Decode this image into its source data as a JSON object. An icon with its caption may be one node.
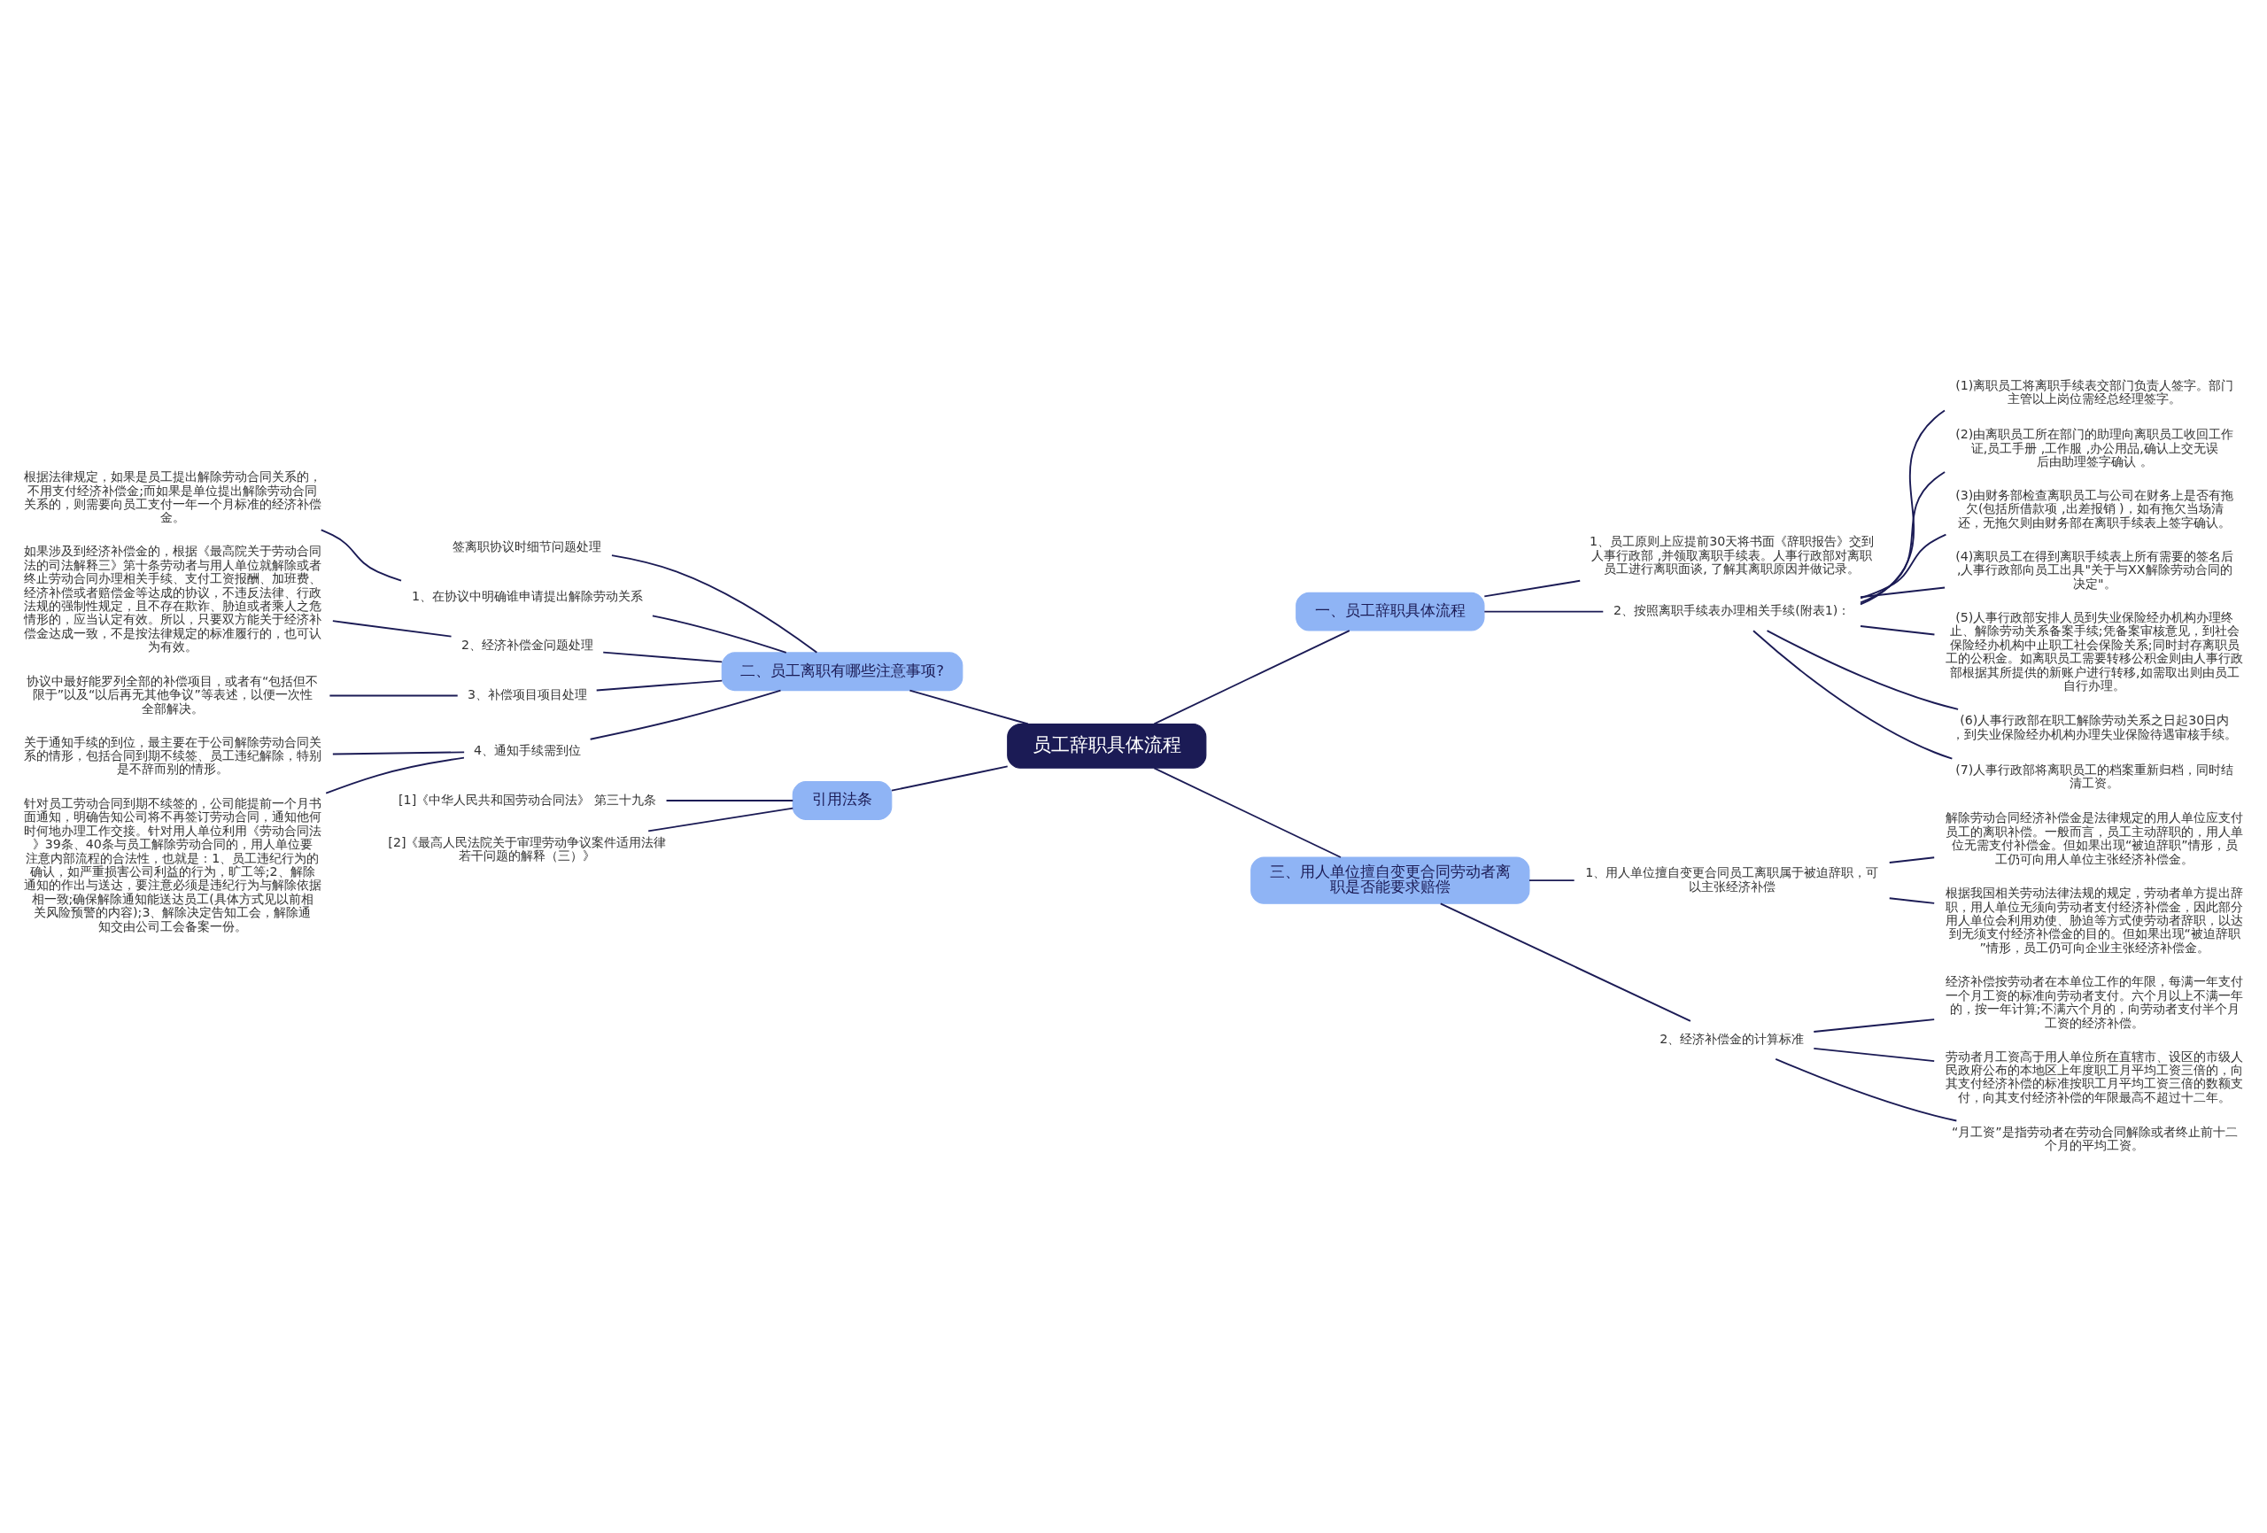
{
  "diagram": {
    "nodes": [
      {
        "text": [
          "员工辞职具体流程"
        ]
      },
      {
        "text": [
          "一、员工辞职具体流程"
        ]
      },
      {
        "text": [
          "1、员工原则上应提前30天将书面《辞职报告》交到人事行政部 ,并领取离职手续表。人事行政部对离职员工进行离职面谈, 了解其离职原因并做记录。"
        ]
      },
      {
        "text": [
          "2、按照离职手续表办理相关手续(附表1)："
        ]
      },
      {
        "text": [
          "(1)离职员工将离职手续表交部门负责人签字。部门主管以上岗位需经总经理签字。"
        ]
      },
      {
        "text": [
          "(2)由离职员工所在部门的助理向离职员工收回工作证,员工手册 ,工作服 ,办公用品,确认上交无误后由助理签字确认 。"
        ]
      },
      {
        "text": [
          "(3)由财务部检查离职员工与公司在财务上是否有拖欠(包括所借款项 ,出差报销 )，如有拖欠当场清还，无拖欠则由财务部在离职手续表上签字确认。"
        ]
      },
      {
        "text": [
          "(4)离职员工在得到离职手续表上所有需要的签名后,人事行政部向员工出具\"关于与XX解除劳动合同的决定\"。"
        ]
      },
      {
        "text": [
          "(5)人事行政部安排人员到失业保险经办机构办理终止、解除劳动关系备案手续;凭备案审核意见，到社会保险经办机构中止职工社会保险关系;同时封存离职员工的公积金。如离职员工需要转移公积金则由人事行政部根据其所提供的新账户进行转移,如需取出则由员工自行办理。"
        ]
      },
      {
        "text": [
          "(6)人事行政部在职工解除劳动关系之日起30日内，到失业保险经办机构办理失业保险待遇审核手续。"
        ]
      },
      {
        "text": [
          "(7)人事行政部将离职员工的档案重新归档，同时结清工资。"
        ]
      },
      {
        "text": [
          "三、用人单位擅自变更合同劳动者离职是否能要求赔偿"
        ]
      },
      {
        "text": [
          "1、用人单位擅自变更合同员工离职属于被迫辞职，可以主张经济补偿"
        ]
      },
      {
        "text": [
          "解除劳动合同经济补偿金是法律规定的用人单位应支付员工的离职补偿。一般而言，员工主动辞职的，用人单位无需支付补偿金。但如果出现“被迫辞职”情形，员工仍可向用人单位主张经济补偿金。"
        ]
      },
      {
        "text": [
          "根据我国相关劳动法律法规的规定，劳动者单方提出辞职，用人单位无须向劳动者支付经济补偿金，因此部分用人单位会利用劝使、胁迫等方式使劳动者辞职，以达到无须支付经济补偿金的目的。但如果出现“被迫辞职”情形，员工仍可向企业主张经济补偿金。"
        ]
      },
      {
        "text": [
          "2、经济补偿金的计算标准"
        ]
      },
      {
        "text": [
          "经济补偿按劳动者在本单位工作的年限，每满一年支付一个月工资的标准向劳动者支付。六个月以上不满一年的，按一年计算;不满六个月的，向劳动者支付半个月工资的经济补偿。"
        ]
      },
      {
        "text": [
          "劳动者月工资高于用人单位所在直辖市、设区的市级人民政府公布的本地区上年度职工月平均工资三倍的，向其支付经济补偿的标准按职工月平均工资三倍的数额支付，向其支付经济补偿的年限最高不超过十二年。"
        ]
      },
      {
        "text": [
          "“月工资”是指劳动者在劳动合同解除或者终止前十二个月的平均工资。"
        ]
      },
      {
        "text": [
          "二、员工离职有哪些注意事项?"
        ]
      },
      {
        "text": [
          "签离职协议时细节问题处理"
        ]
      },
      {
        "text": [
          "1、在协议中明确谁申请提出解除劳动关系"
        ]
      },
      {
        "text": [
          "根据法律规定，如果是员工提出解除劳动合同关系的，不用支付经济补偿金;而如果是单位提出解除劳动合同关系的，则需要向员工支付一年一个月标准的经济补偿金。"
        ]
      },
      {
        "text": [
          "2、经济补偿金问题处理"
        ]
      },
      {
        "text": [
          "如果涉及到经济补偿金的，根据《最高院关于劳动合同法的司法解释三》第十条劳动者与用人单位就解除或者终止劳动合同办理相关手续、支付工资报酬、加班费、经济补偿或者赔偿金等达成的协议，不违反法律、行政法规的强制性规定，且不存在欺诈、胁迫或者乘人之危情形的，应当认定有效。所以，只要双方能关于经济补偿金达成一致，不是按法律规定的标准履行的，也可认为有效。"
        ]
      },
      {
        "text": [
          "3、补偿项目项目处理"
        ]
      },
      {
        "text": [
          "协议中最好能罗列全部的补偿项目，或者有“包括但不限于”以及“以后再无其他争议”等表述，以便一次性全部解决。"
        ]
      },
      {
        "text": [
          "4、通知手续需到位"
        ]
      },
      {
        "text": [
          "关于通知手续的到位，最主要在于公司解除劳动合同关系的情形，包括合同到期不续签、员工违纪解除，特别是不辞而别的情形。"
        ]
      },
      {
        "text": [
          "针对员工劳动合同到期不续签的，公司能提前一个月书面通知，明确告知公司将不再签订劳动合同，通知他何时何地办理工作交接。针对用人单位利用《劳动合同法》39条、40条与员工解除劳动合同的，用人单位要注意内部流程的合法性，也就是：1、员工违纪行为的确认，如严重损害公司利益的行为，旷工等;2、解除通知的作出与送达，要注意必须是违纪行为与解除依据相一致;确保解除通知能送达员工(具体方式见以前相关风险预警的内容);3、解除决定告知工会，解除通知交由公司工会备案一份。"
        ]
      },
      {
        "text": [
          "引用法条"
        ]
      },
      {
        "text": [
          "[1]《中华人民共和国劳动合同法》 第三十九条"
        ]
      },
      {
        "text": [
          "[2]《最高人民法院关于审理劳动争议案件适用法律若干问题的解释（三）》"
        ]
      }
    ],
    "edges": [
      {
        "from": 0,
        "to": 1,
        "arrow": "none"
      },
      {
        "from": 1,
        "to": 2,
        "arrow": "none"
      },
      {
        "from": 1,
        "to": 3,
        "arrow": "none"
      },
      {
        "from": 3,
        "to": 4,
        "arrow": "none"
      },
      {
        "from": 3,
        "to": 5,
        "arrow": "none"
      },
      {
        "from": 3,
        "to": 6,
        "arrow": "none"
      },
      {
        "from": 3,
        "to": 7,
        "arrow": "none"
      },
      {
        "from": 3,
        "to": 8,
        "arrow": "none"
      },
      {
        "from": 3,
        "to": 9,
        "arrow": "none"
      },
      {
        "from": 3,
        "to": 10,
        "arrow": "none"
      },
      {
        "from": 0,
        "to": 11,
        "arrow": "none"
      },
      {
        "from": 11,
        "to": 12,
        "arrow": "none"
      },
      {
        "from": 12,
        "to": 13,
        "arrow": "none"
      },
      {
        "from": 12,
        "to": 14,
        "arrow": "none"
      },
      {
        "from": 11,
        "to": 15,
        "arrow": "none"
      },
      {
        "from": 15,
        "to": 16,
        "arrow": "none"
      },
      {
        "from": 15,
        "to": 17,
        "arrow": "none"
      },
      {
        "from": 15,
        "to": 18,
        "arrow": "none"
      },
      {
        "from": 0,
        "to": 19,
        "arrow": "none"
      },
      {
        "from": 19,
        "to": 20,
        "arrow": "none"
      },
      {
        "from": 19,
        "to": 21,
        "arrow": "none"
      },
      {
        "from": 21,
        "to": 22,
        "arrow": "none"
      },
      {
        "from": 19,
        "to": 23,
        "arrow": "none"
      },
      {
        "from": 23,
        "to": 24,
        "arrow": "none"
      },
      {
        "from": 19,
        "to": 25,
        "arrow": "none"
      },
      {
        "from": 25,
        "to": 26,
        "arrow": "none"
      },
      {
        "from": 19,
        "to": 27,
        "arrow": "none"
      },
      {
        "from": 27,
        "to": 28,
        "arrow": "none"
      },
      {
        "from": 27,
        "to": 29,
        "arrow": "none"
      },
      {
        "from": 0,
        "to": 30,
        "arrow": "none"
      },
      {
        "from": 30,
        "to": 31,
        "arrow": "none"
      },
      {
        "from": 30,
        "to": 32,
        "arrow": "none"
      }
    ]
  }
}
